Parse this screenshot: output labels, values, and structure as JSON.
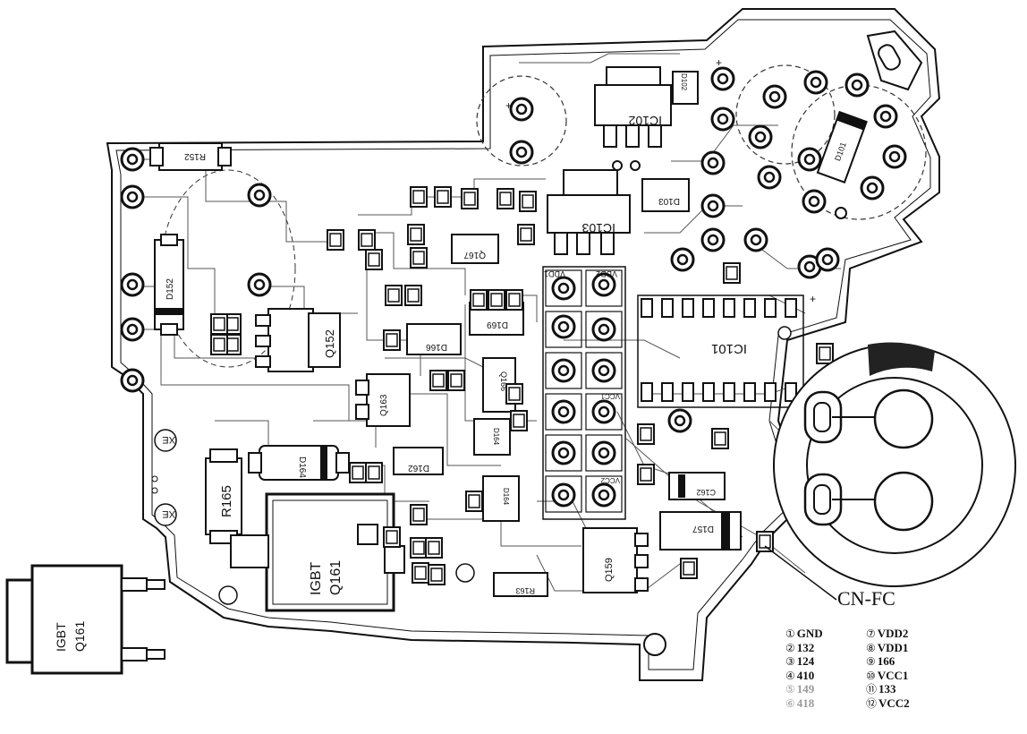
{
  "components": {
    "ic101": "IC101",
    "ic102": "IC102",
    "ic103": "IC103",
    "q152": "Q152",
    "q159": "Q159",
    "q161_board": "Q161",
    "q161_board_type": "IGBT",
    "q161_detail": "Q161",
    "q161_detail_type": "IGBT",
    "q163": "Q163",
    "q166": "Q166",
    "q167": "Q167",
    "d152": "D152",
    "d157": "D157",
    "d164": "D164",
    "d166": "D166",
    "d169": "D169",
    "d101": "D101",
    "d102": "D102",
    "d103": "D103",
    "r152": "R152",
    "r165": "R165",
    "r163": "R163",
    "c162": "C162",
    "xe1": "XE",
    "xe2": "XE",
    "d164b": "D164",
    "d162": "D162"
  },
  "pad_labels": {
    "vdd1": "VDD1",
    "vdd2": "VDD2",
    "vcc2": "VCC2",
    "vcc1": "VCC1"
  },
  "connector": {
    "label": "CN-FC",
    "pins": [
      {
        "num": "①",
        "name": "GND",
        "faint": false
      },
      {
        "num": "②",
        "name": "132",
        "faint": false
      },
      {
        "num": "③",
        "name": "124",
        "faint": false
      },
      {
        "num": "④",
        "name": "410",
        "faint": false
      },
      {
        "num": "⑤",
        "name": "149",
        "faint": true
      },
      {
        "num": "⑥",
        "name": "418",
        "faint": true
      },
      {
        "num": "⑦",
        "name": "VDD2",
        "faint": false
      },
      {
        "num": "⑧",
        "name": "VDD1",
        "faint": false
      },
      {
        "num": "⑨",
        "name": "166",
        "faint": false
      },
      {
        "num": "⑩",
        "name": "VCC1",
        "faint": false
      },
      {
        "num": "⑪",
        "name": "133",
        "faint": false
      },
      {
        "num": "⑫",
        "name": "VCC2",
        "faint": false
      }
    ]
  },
  "colors": {
    "ink": "#111111",
    "board": "#ffffff",
    "trace": "#555555"
  }
}
